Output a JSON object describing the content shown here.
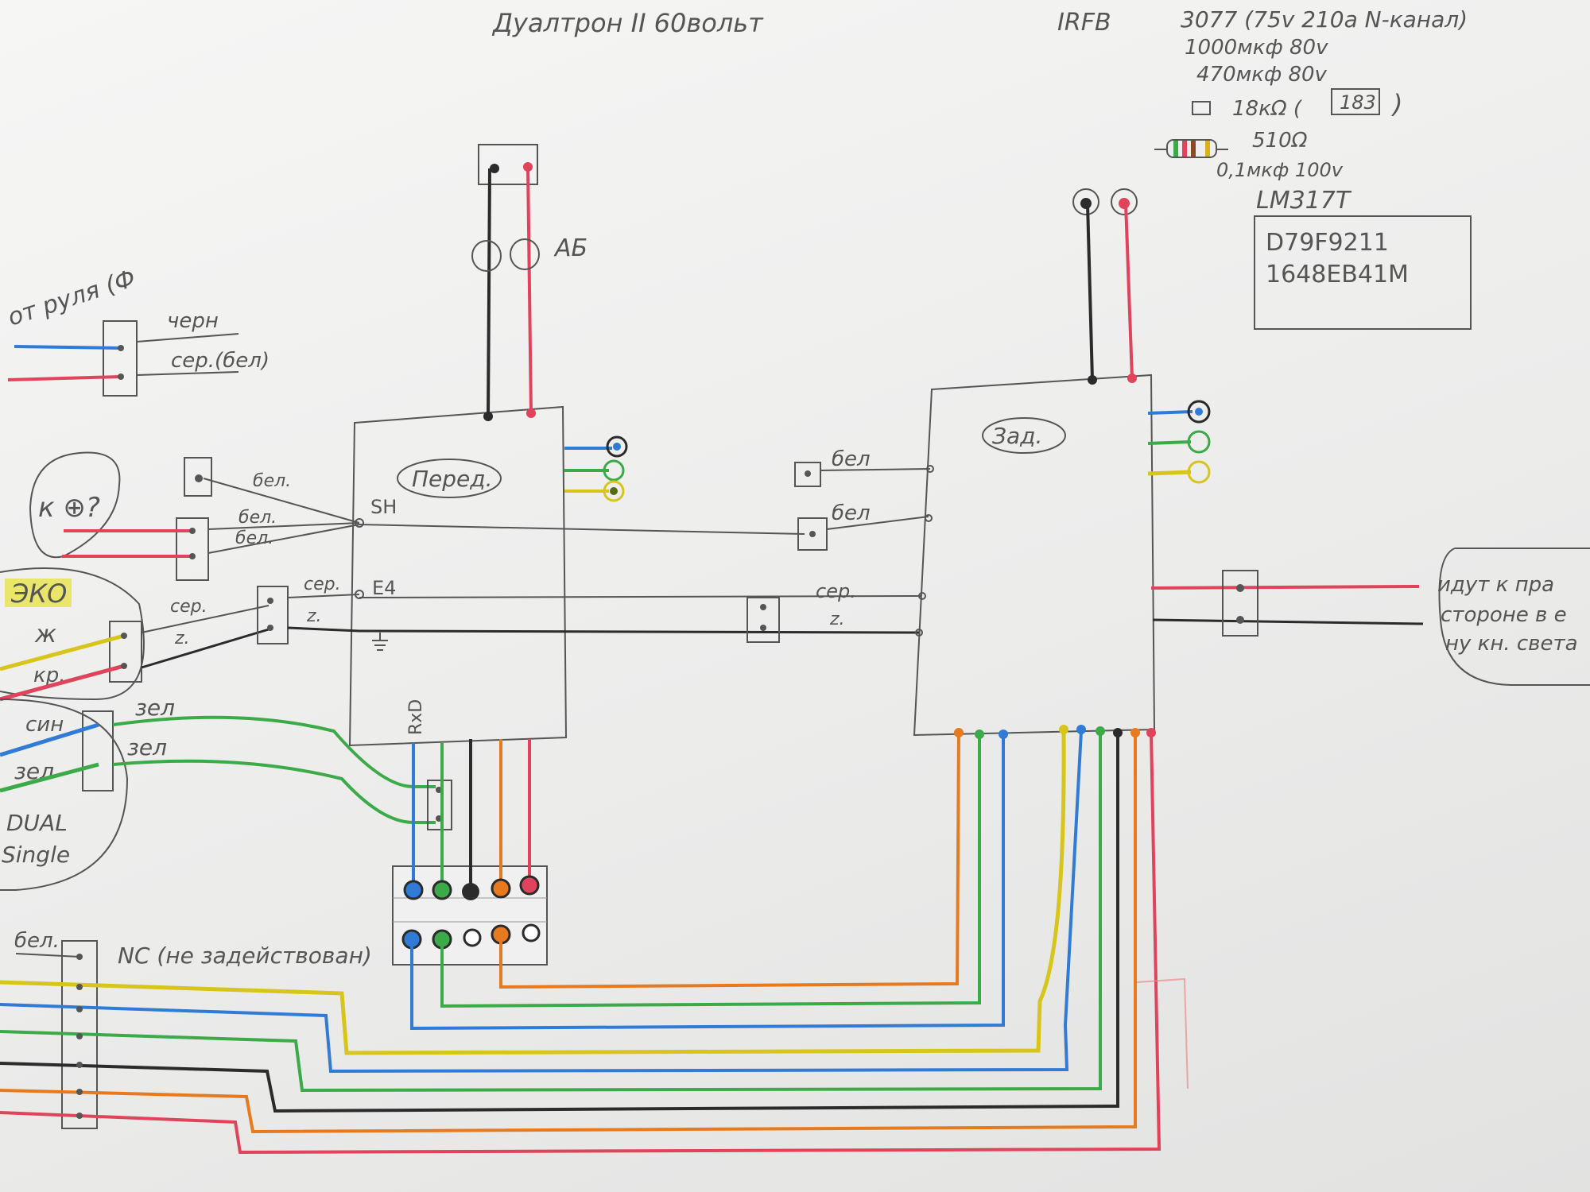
{
  "title": "Дуалтрон II 60вольт",
  "spec": {
    "transistor": "IRFB",
    "transistor_detail": "3077 (75v 210a N-канал)",
    "cap1": "1000мкф 80v",
    "cap2": "470мкф 80v",
    "resistor1": "18кΩ (",
    "resistor1_code": "183",
    "resistor1_close": ")",
    "resistor2": "510Ω",
    "cap3": "0,1мкф 100v",
    "regulator": "LM317T",
    "chip_line1": "D79F9211",
    "chip_line2": "1648EB41M"
  },
  "battery": {
    "label": "АБ"
  },
  "front": {
    "label": "Перед.",
    "pin_sh": "SH",
    "pin_e4": "E4",
    "pin_rxd": "RxD"
  },
  "rear": {
    "label": "Зад."
  },
  "wires": {
    "from_handlebar": "от руля (Ф",
    "w_cherry": "черн",
    "w_grey_white": "сер.(бел)",
    "w_bel1": "бел.",
    "w_bel2": "бел.",
    "w_bel3": "бел.",
    "w_ser_left": "сер.",
    "w_z_left": "z.",
    "w_ser_mid": "сер.",
    "w_z_mid": "z.",
    "rear_bel1": "бел",
    "rear_bel2": "бел",
    "rear_ser": "сер.",
    "rear_z": "z.",
    "zel1": "зел",
    "zel2": "зел",
    "bel_bottom": "бел.",
    "nc_note": "NC (не задействован)"
  },
  "left_group": {
    "plus_q": "к ⊕?",
    "eco": "ЭКО",
    "zh": "ж",
    "kr": "кр.",
    "sin": "син",
    "zel": "зел",
    "dual": "DUAL",
    "single": "Single"
  },
  "right_note": {
    "line1": "идут к пра",
    "line2": "стороне в е",
    "line3": "ну кн. света"
  },
  "colors": {
    "pencil": "#555555",
    "red": "#e0435a",
    "black": "#2b2b2b",
    "blue": "#2f7bd6",
    "green": "#3caa48",
    "yellow": "#d8c51c",
    "orange": "#e77a1f"
  }
}
